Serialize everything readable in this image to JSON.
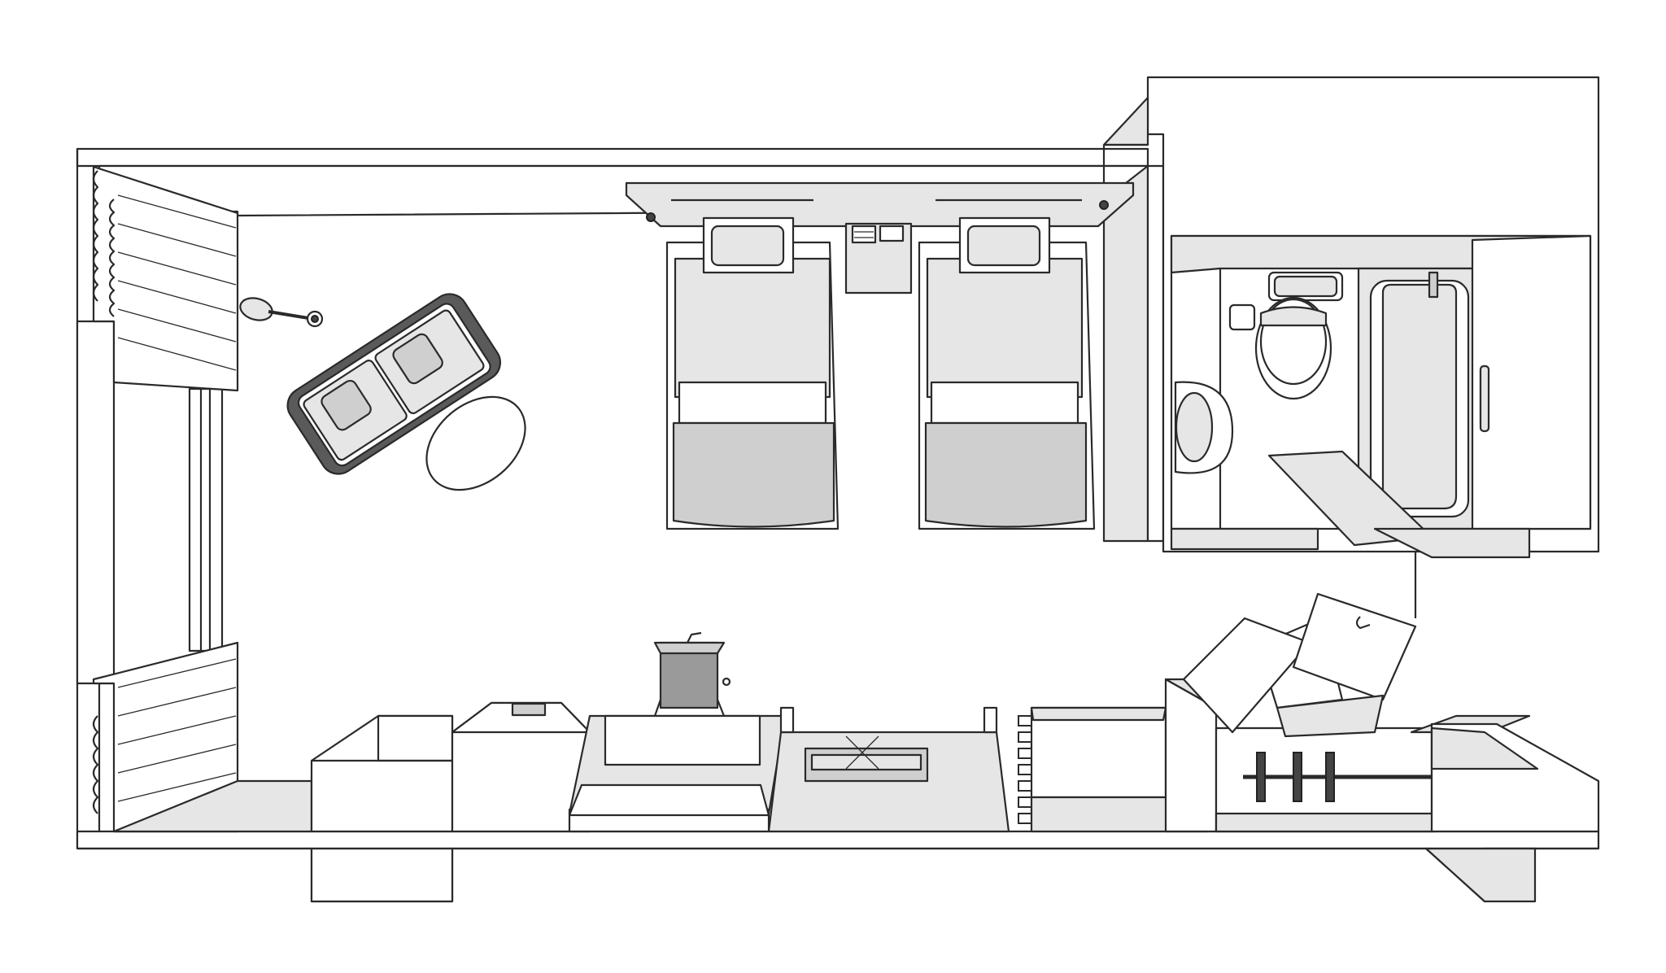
{
  "diagram": {
    "kind": "isometric hotel twin room floor plan",
    "labels": [],
    "colors": {
      "line": "#2a2a2a",
      "floor": "#ffffff",
      "shade_light": "#e6e6e6",
      "shade_mid": "#cfcfcf",
      "shade_dark": "#9a9a9a"
    }
  },
  "furniture": {
    "beds": {
      "count": 2
    },
    "sofa": {
      "count": 1
    },
    "round_table": {
      "count": 1
    },
    "toilet": {
      "count": 1
    },
    "bathtub": {
      "count": 1
    },
    "sink": {
      "count": 1
    },
    "luggage_rack": {
      "count": 1
    },
    "closet_hangers": {
      "count": 3
    }
  }
}
